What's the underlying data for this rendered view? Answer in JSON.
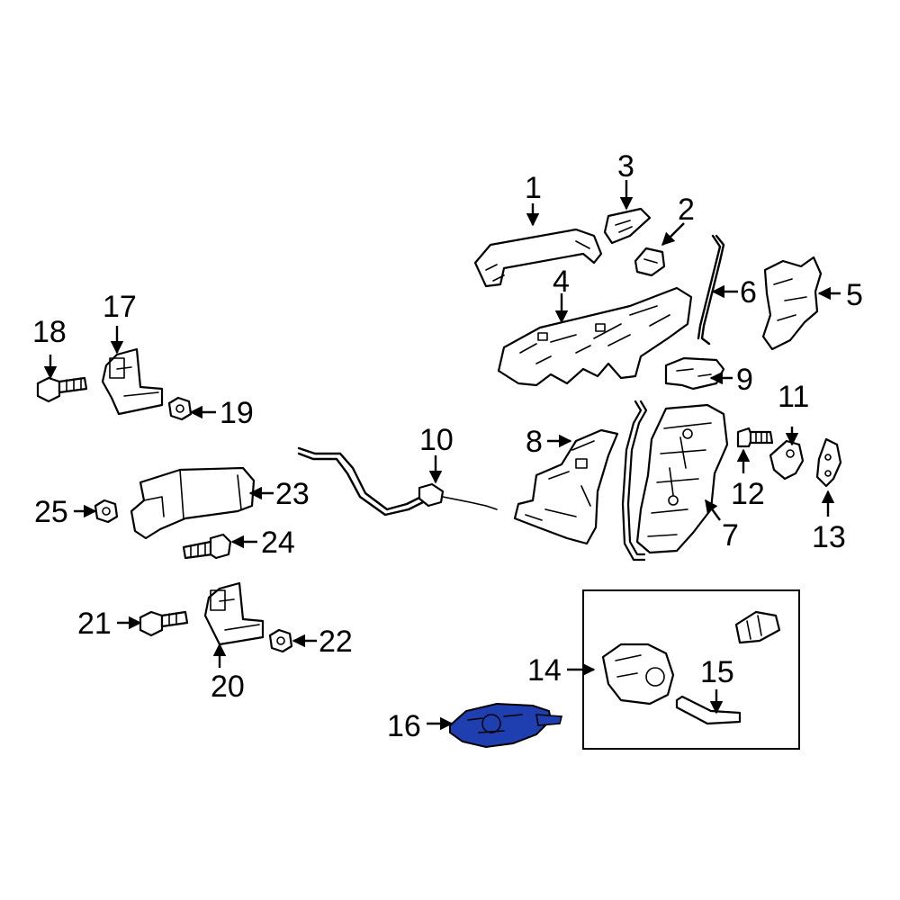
{
  "callouts": {
    "c1": "1",
    "c2": "2",
    "c3": "3",
    "c4": "4",
    "c5": "5",
    "c6": "6",
    "c7": "7",
    "c8": "8",
    "c9": "9",
    "c10": "10",
    "c11": "11",
    "c12": "12",
    "c13": "13",
    "c14": "14",
    "c15": "15",
    "c16": "16",
    "c17": "17",
    "c18": "18",
    "c19": "19",
    "c20": "20",
    "c21": "21",
    "c22": "22",
    "c23": "23",
    "c24": "24",
    "c25": "25"
  },
  "colors": {
    "line": "#000000",
    "background": "#ffffff",
    "highlight_part": "#1f3fb0"
  }
}
